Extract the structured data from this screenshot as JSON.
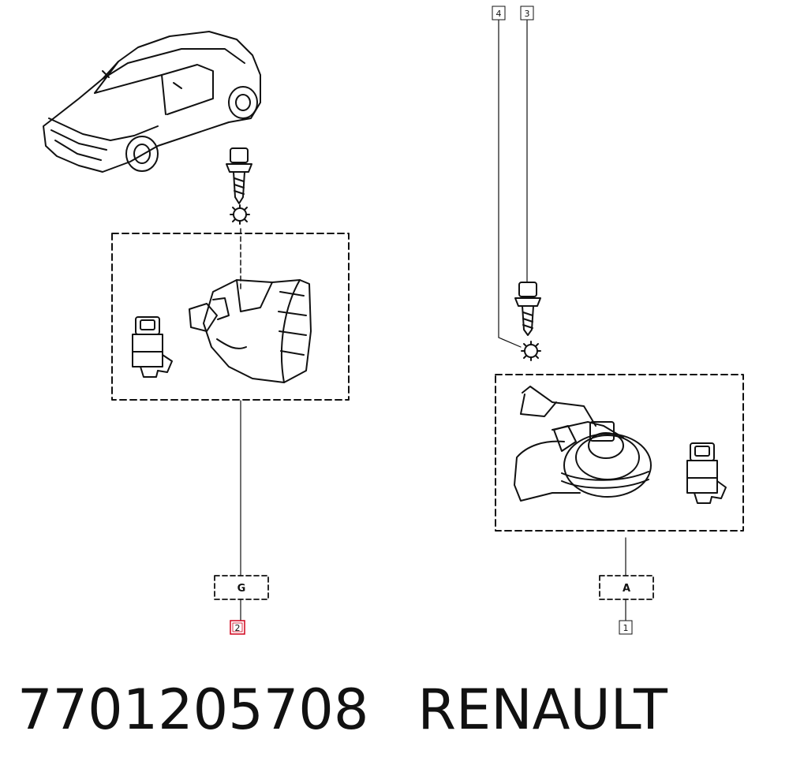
{
  "diagram": {
    "callouts": {
      "c1": "1",
      "c2": "2",
      "c3": "3",
      "c4": "4"
    },
    "groups": {
      "g": "G",
      "a": "A"
    },
    "colors": {
      "line": "#111111",
      "highlight": "#d0021b"
    }
  },
  "footer": {
    "part_number": "7701205708",
    "brand": "RENAULT"
  }
}
